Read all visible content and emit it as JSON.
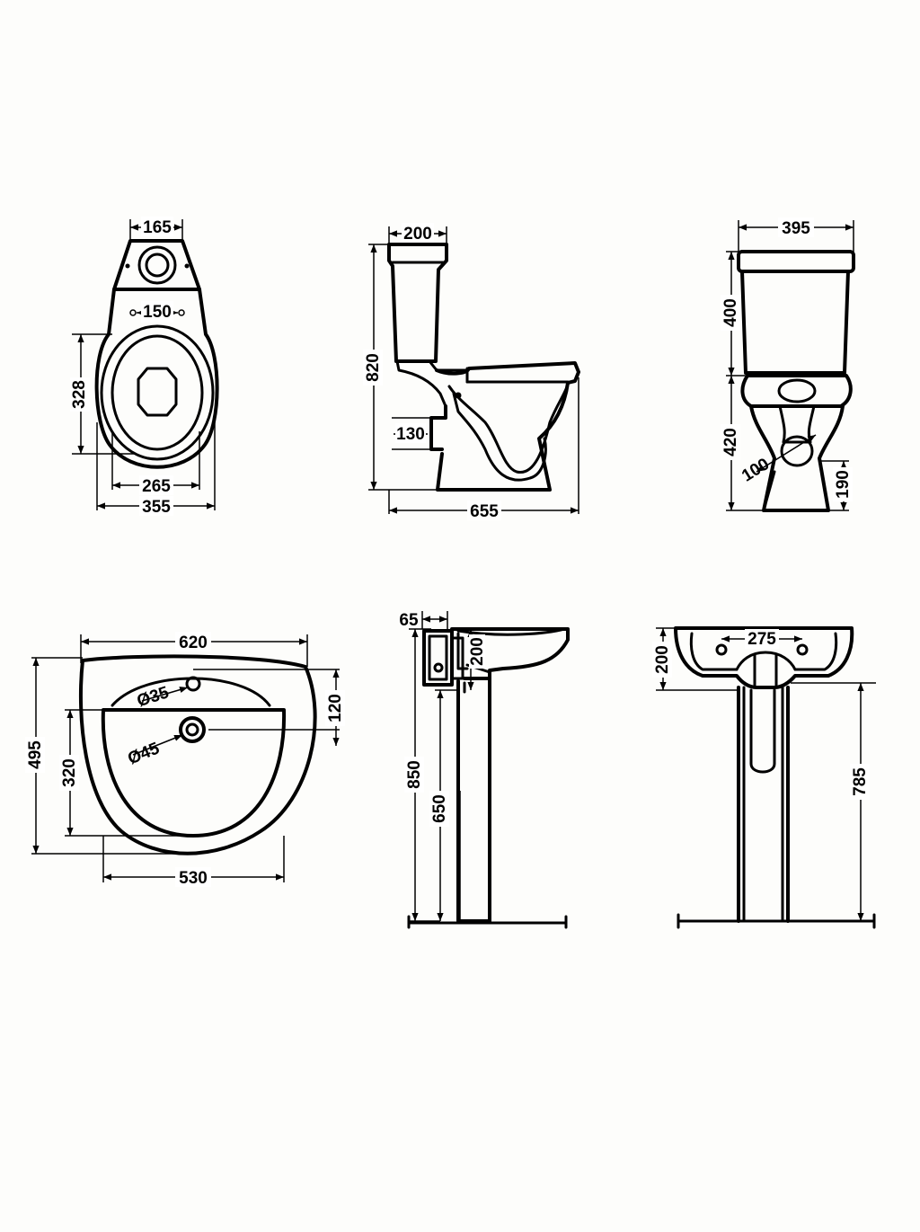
{
  "toilet_top": {
    "tank_width": "165",
    "bolt_spacing": "150",
    "seat_length": "328",
    "inner_width": "265",
    "total_width": "355"
  },
  "toilet_side": {
    "tank_depth": "200",
    "total_height": "820",
    "outlet_height": "130",
    "total_depth": "655"
  },
  "toilet_front": {
    "tank_width": "395",
    "tank_height": "400",
    "bowl_height": "420",
    "outlet_diameter": "100",
    "outlet_height": "190"
  },
  "basin_top": {
    "total_width": "620",
    "depth": "495",
    "bowl_depth": "320",
    "tap_offset": "120",
    "tap_hole": "Ø35",
    "drain_hole": "Ø45",
    "bowl_width": "530"
  },
  "basin_side": {
    "wall_offset": "65",
    "rim_height": "200",
    "total_height": "850",
    "pedestal_height": "650"
  },
  "basin_front": {
    "bolt_spacing": "275",
    "rim_height": "200",
    "pedestal_height": "785"
  },
  "colors": {
    "line": "#000000",
    "background": "#fdfdfb"
  }
}
